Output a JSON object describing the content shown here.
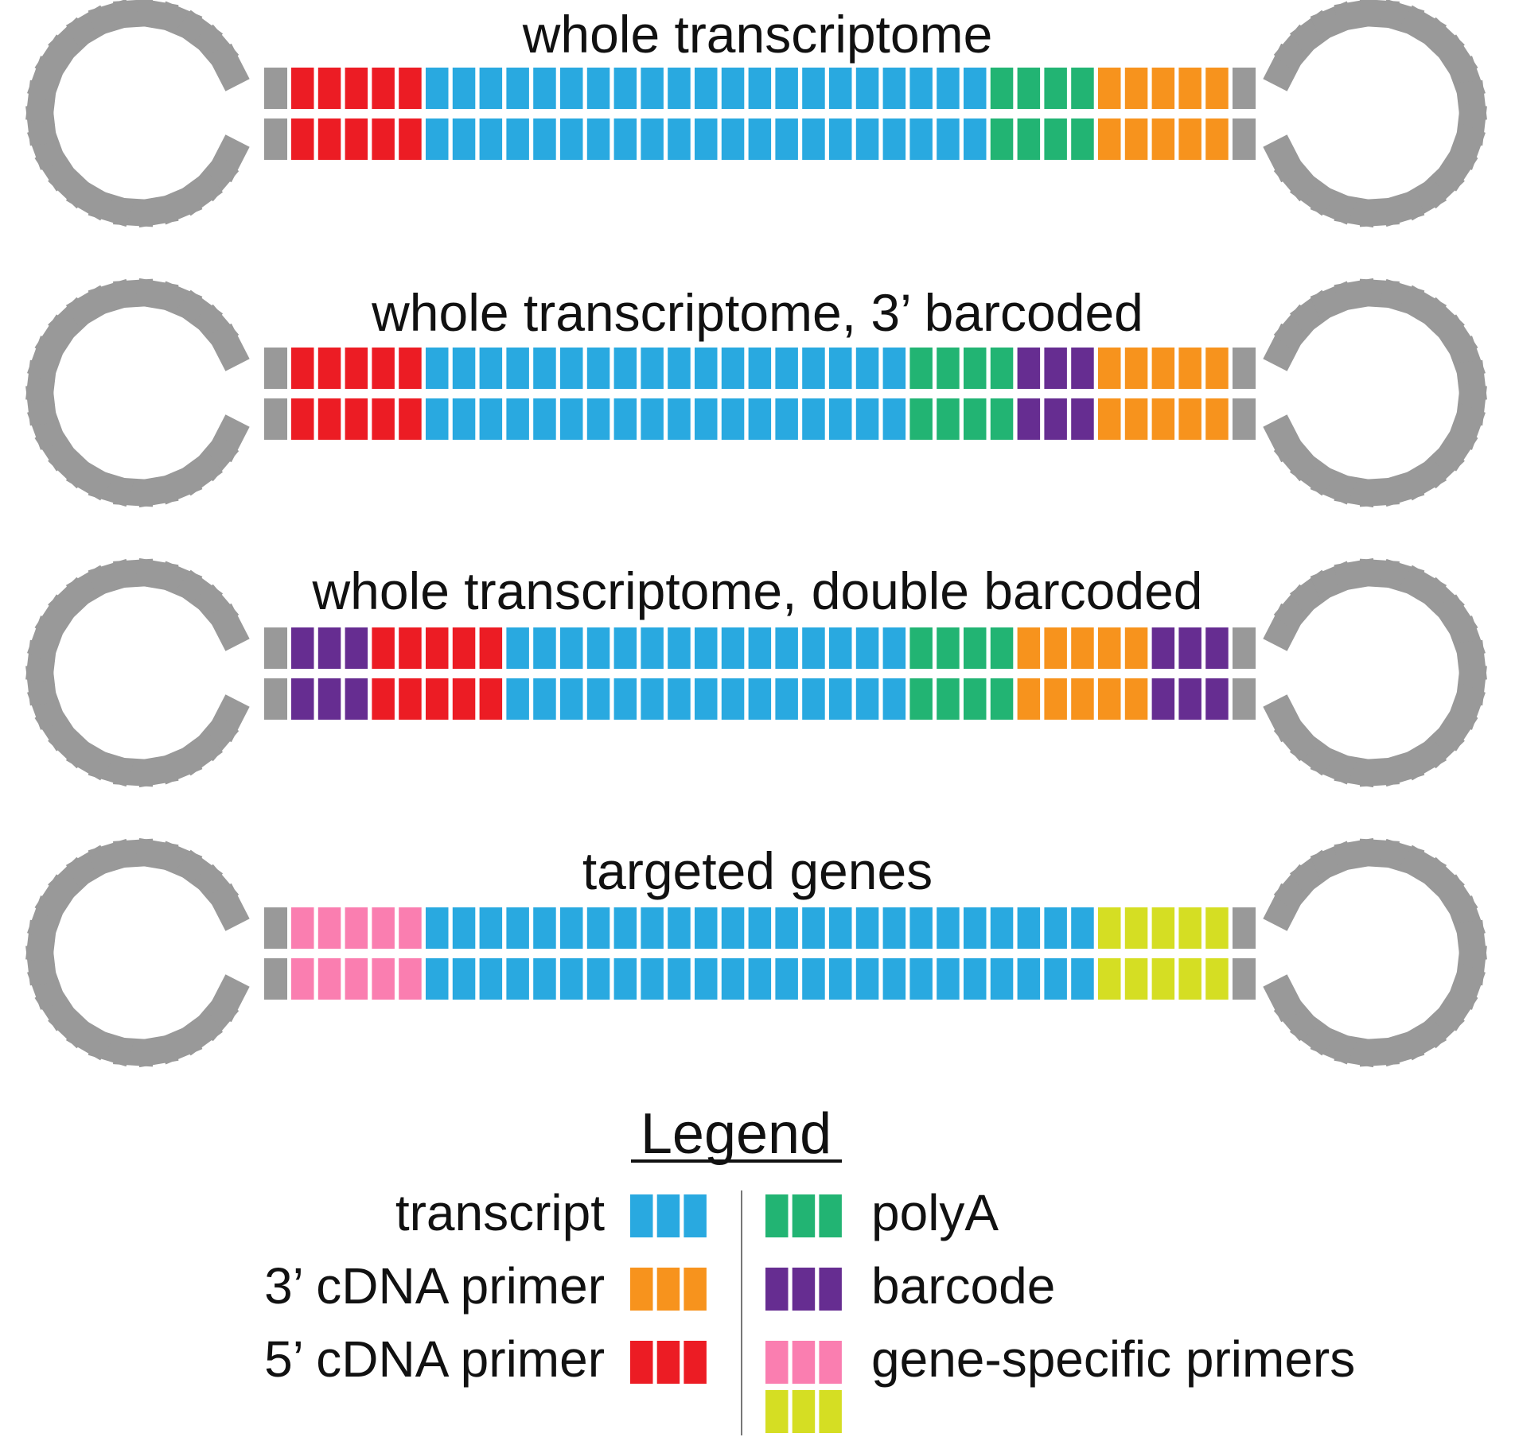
{
  "colors": {
    "loop": "#999999",
    "red": "#ec1c24",
    "blue": "#29a9e0",
    "green": "#22b473",
    "orange": "#f7931d",
    "purple": "#662d91",
    "pink": "#fa7eb0",
    "yellow": "#d5de23",
    "text": "#111111",
    "divider": "#777777"
  },
  "molecules": [
    {
      "title": "whole transcriptome",
      "segments": [
        {
          "color": "red",
          "count": 5
        },
        {
          "color": "blue",
          "count": 21
        },
        {
          "color": "green",
          "count": 4
        },
        {
          "color": "orange",
          "count": 5
        }
      ]
    },
    {
      "title": "whole transcriptome, 3’ barcoded",
      "segments": [
        {
          "color": "red",
          "count": 5
        },
        {
          "color": "blue",
          "count": 18
        },
        {
          "color": "green",
          "count": 4
        },
        {
          "color": "purple",
          "count": 3
        },
        {
          "color": "orange",
          "count": 5
        }
      ]
    },
    {
      "title": "whole transcriptome, double barcoded",
      "segments": [
        {
          "color": "purple",
          "count": 3
        },
        {
          "color": "red",
          "count": 5
        },
        {
          "color": "blue",
          "count": 15
        },
        {
          "color": "green",
          "count": 4
        },
        {
          "color": "orange",
          "count": 5
        },
        {
          "color": "purple",
          "count": 3
        }
      ]
    },
    {
      "title": "targeted genes",
      "segments": [
        {
          "color": "pink",
          "count": 5
        },
        {
          "color": "blue",
          "count": 25
        },
        {
          "color": "yellow",
          "count": 5
        }
      ]
    }
  ],
  "legend": {
    "title": "Legend",
    "left": [
      {
        "label": "transcript",
        "color": "blue"
      },
      {
        "label": "3’ cDNA primer",
        "color": "orange"
      },
      {
        "label": "5’ cDNA primer",
        "color": "red"
      }
    ],
    "right": [
      {
        "label": "polyA",
        "colors": [
          "green"
        ]
      },
      {
        "label": "barcode",
        "colors": [
          "purple"
        ]
      },
      {
        "label": "gene-specific primers",
        "colors": [
          "pink",
          "yellow"
        ]
      }
    ]
  }
}
